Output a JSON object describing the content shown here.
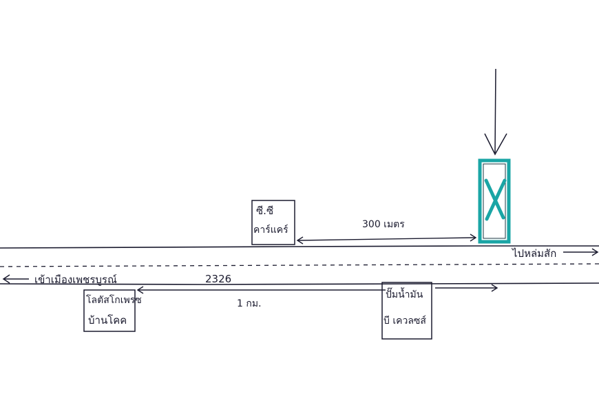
{
  "landmarks": {
    "top_left": {
      "line1": "ซี.ซี",
      "line2": "คาร์แคร์"
    },
    "bottom_left": {
      "line1": "โลตัสโกเพรซ",
      "line2": "บ้านโคค"
    },
    "bottom_right": {
      "line1": "ปั๊มน้ำมัน",
      "line2": "บี เควลซส์"
    }
  },
  "road": {
    "number": "2326",
    "direction_left": "เข้าเมืองเพชรบูรณ์",
    "direction_right": "ไปหล่มสัก"
  },
  "distances": {
    "to_target_top": "300 เมตร",
    "bottom": "1 กม."
  },
  "target": {
    "marker": "X",
    "color": "#1aa5a5"
  },
  "colors": {
    "ink": "#1a1a2e",
    "target": "#1aa5a5"
  }
}
